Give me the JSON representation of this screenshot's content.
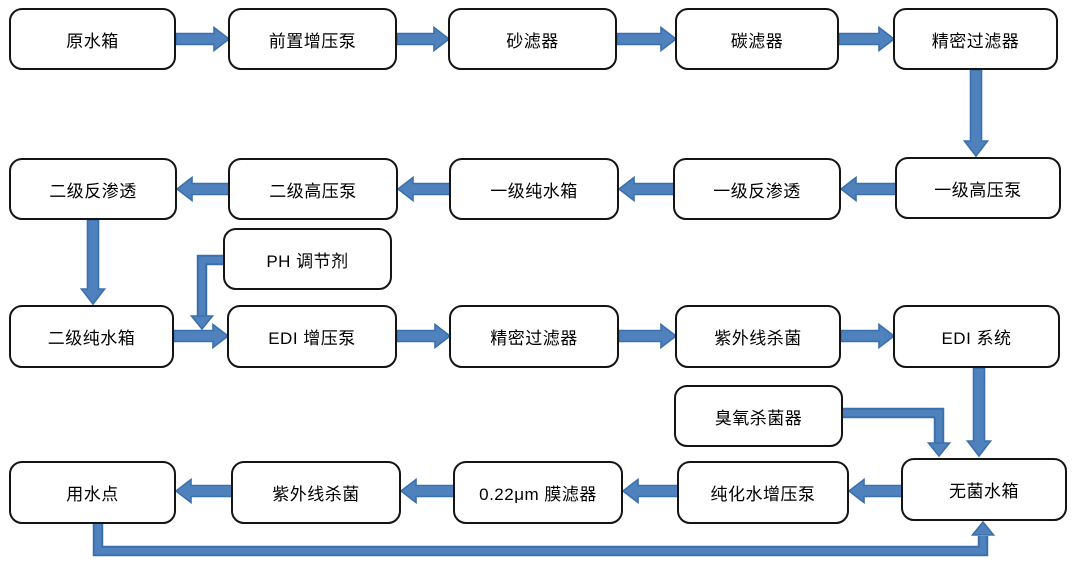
{
  "diagram_type": "process-flow-diagram",
  "colors": {
    "arrow_fill": "#4f81bd",
    "arrow_outline": "#3a70ad",
    "box_border": "#141414",
    "box_fill": "#ffffff",
    "text": "#000000"
  },
  "nodes": {
    "raw_water_tank": {
      "label": "原水箱"
    },
    "pre_booster_pump": {
      "label": "前置增压泵"
    },
    "sand_filter": {
      "label": "砂滤器"
    },
    "carbon_filter": {
      "label": "碳滤器"
    },
    "precision_filter_1": {
      "label": "精密过滤器"
    },
    "stage1_high_pressure_pump": {
      "label": "一级高压泵"
    },
    "stage1_ro": {
      "label": "一级反渗透"
    },
    "stage1_pure_water_tank": {
      "label": "一级纯水箱"
    },
    "stage2_high_pressure_pump": {
      "label": "二级高压泵"
    },
    "stage2_ro": {
      "label": "二级反渗透"
    },
    "ph_adjuster": {
      "label": "PH 调节剂"
    },
    "stage2_pure_water_tank": {
      "label": "二级纯水箱"
    },
    "edi_booster_pump": {
      "label": "EDI 增压泵"
    },
    "precision_filter_2": {
      "label": "精密过滤器"
    },
    "uv_sterilizer_1": {
      "label": "紫外线杀菌"
    },
    "edi_system": {
      "label": "EDI 系统"
    },
    "ozone_sterilizer": {
      "label": "臭氧杀菌器"
    },
    "sterile_water_tank": {
      "label": "无菌水箱"
    },
    "purified_water_booster_pump": {
      "label": "纯化水增压泵"
    },
    "membrane_filter": {
      "label": "0.22μm 膜滤器"
    },
    "uv_sterilizer_2": {
      "label": "紫外线杀菌"
    },
    "water_use_point": {
      "label": "用水点"
    }
  },
  "edges": [
    {
      "from": "raw_water_tank",
      "to": "pre_booster_pump"
    },
    {
      "from": "pre_booster_pump",
      "to": "sand_filter"
    },
    {
      "from": "sand_filter",
      "to": "carbon_filter"
    },
    {
      "from": "carbon_filter",
      "to": "precision_filter_1"
    },
    {
      "from": "precision_filter_1",
      "to": "stage1_high_pressure_pump"
    },
    {
      "from": "stage1_high_pressure_pump",
      "to": "stage1_ro"
    },
    {
      "from": "stage1_ro",
      "to": "stage1_pure_water_tank"
    },
    {
      "from": "stage1_pure_water_tank",
      "to": "stage2_high_pressure_pump"
    },
    {
      "from": "stage2_high_pressure_pump",
      "to": "stage2_ro"
    },
    {
      "from": "stage2_ro",
      "to": "stage2_pure_water_tank"
    },
    {
      "from": "ph_adjuster",
      "to": "edi_booster_pump"
    },
    {
      "from": "stage2_pure_water_tank",
      "to": "edi_booster_pump"
    },
    {
      "from": "edi_booster_pump",
      "to": "precision_filter_2"
    },
    {
      "from": "precision_filter_2",
      "to": "uv_sterilizer_1"
    },
    {
      "from": "uv_sterilizer_1",
      "to": "edi_system"
    },
    {
      "from": "edi_system",
      "to": "sterile_water_tank"
    },
    {
      "from": "ozone_sterilizer",
      "to": "sterile_water_tank"
    },
    {
      "from": "sterile_water_tank",
      "to": "purified_water_booster_pump"
    },
    {
      "from": "purified_water_booster_pump",
      "to": "membrane_filter"
    },
    {
      "from": "membrane_filter",
      "to": "uv_sterilizer_2"
    },
    {
      "from": "uv_sterilizer_2",
      "to": "water_use_point"
    },
    {
      "from": "water_use_point",
      "to": "sterile_water_tank"
    }
  ]
}
